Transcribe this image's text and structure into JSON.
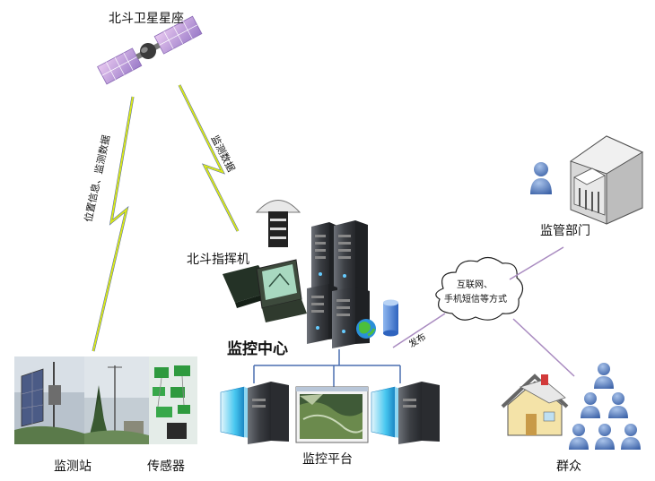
{
  "labels": {
    "satellite": "北斗卫星星座",
    "link_left": "位置信息、监测数据",
    "link_right": "监测数据",
    "commander": "北斗指挥机",
    "center": "监控中心",
    "platform": "监控平台",
    "station": "监测站",
    "sensor": "传感器",
    "regulator": "监管部门",
    "public": "群众",
    "publish": "发布",
    "cloud_line1": "互联网、",
    "cloud_line2": "手机短信等方式"
  },
  "colors": {
    "link_green": "#d9e81a",
    "link_blue": "#4a5fa8",
    "line_purple": "#a98bc0",
    "person_blue": "#4a73b8",
    "server_dark": "#3c3f44",
    "monitor_cyan": "#48c8f0"
  },
  "icons": [
    "satellite-icon",
    "gps-antenna-icon",
    "commander-laptop-icon",
    "server-rack-icon",
    "globe-icon",
    "database-icon",
    "cloud-icon",
    "computer-icon",
    "building-icon",
    "house-icon",
    "person-icon"
  ]
}
